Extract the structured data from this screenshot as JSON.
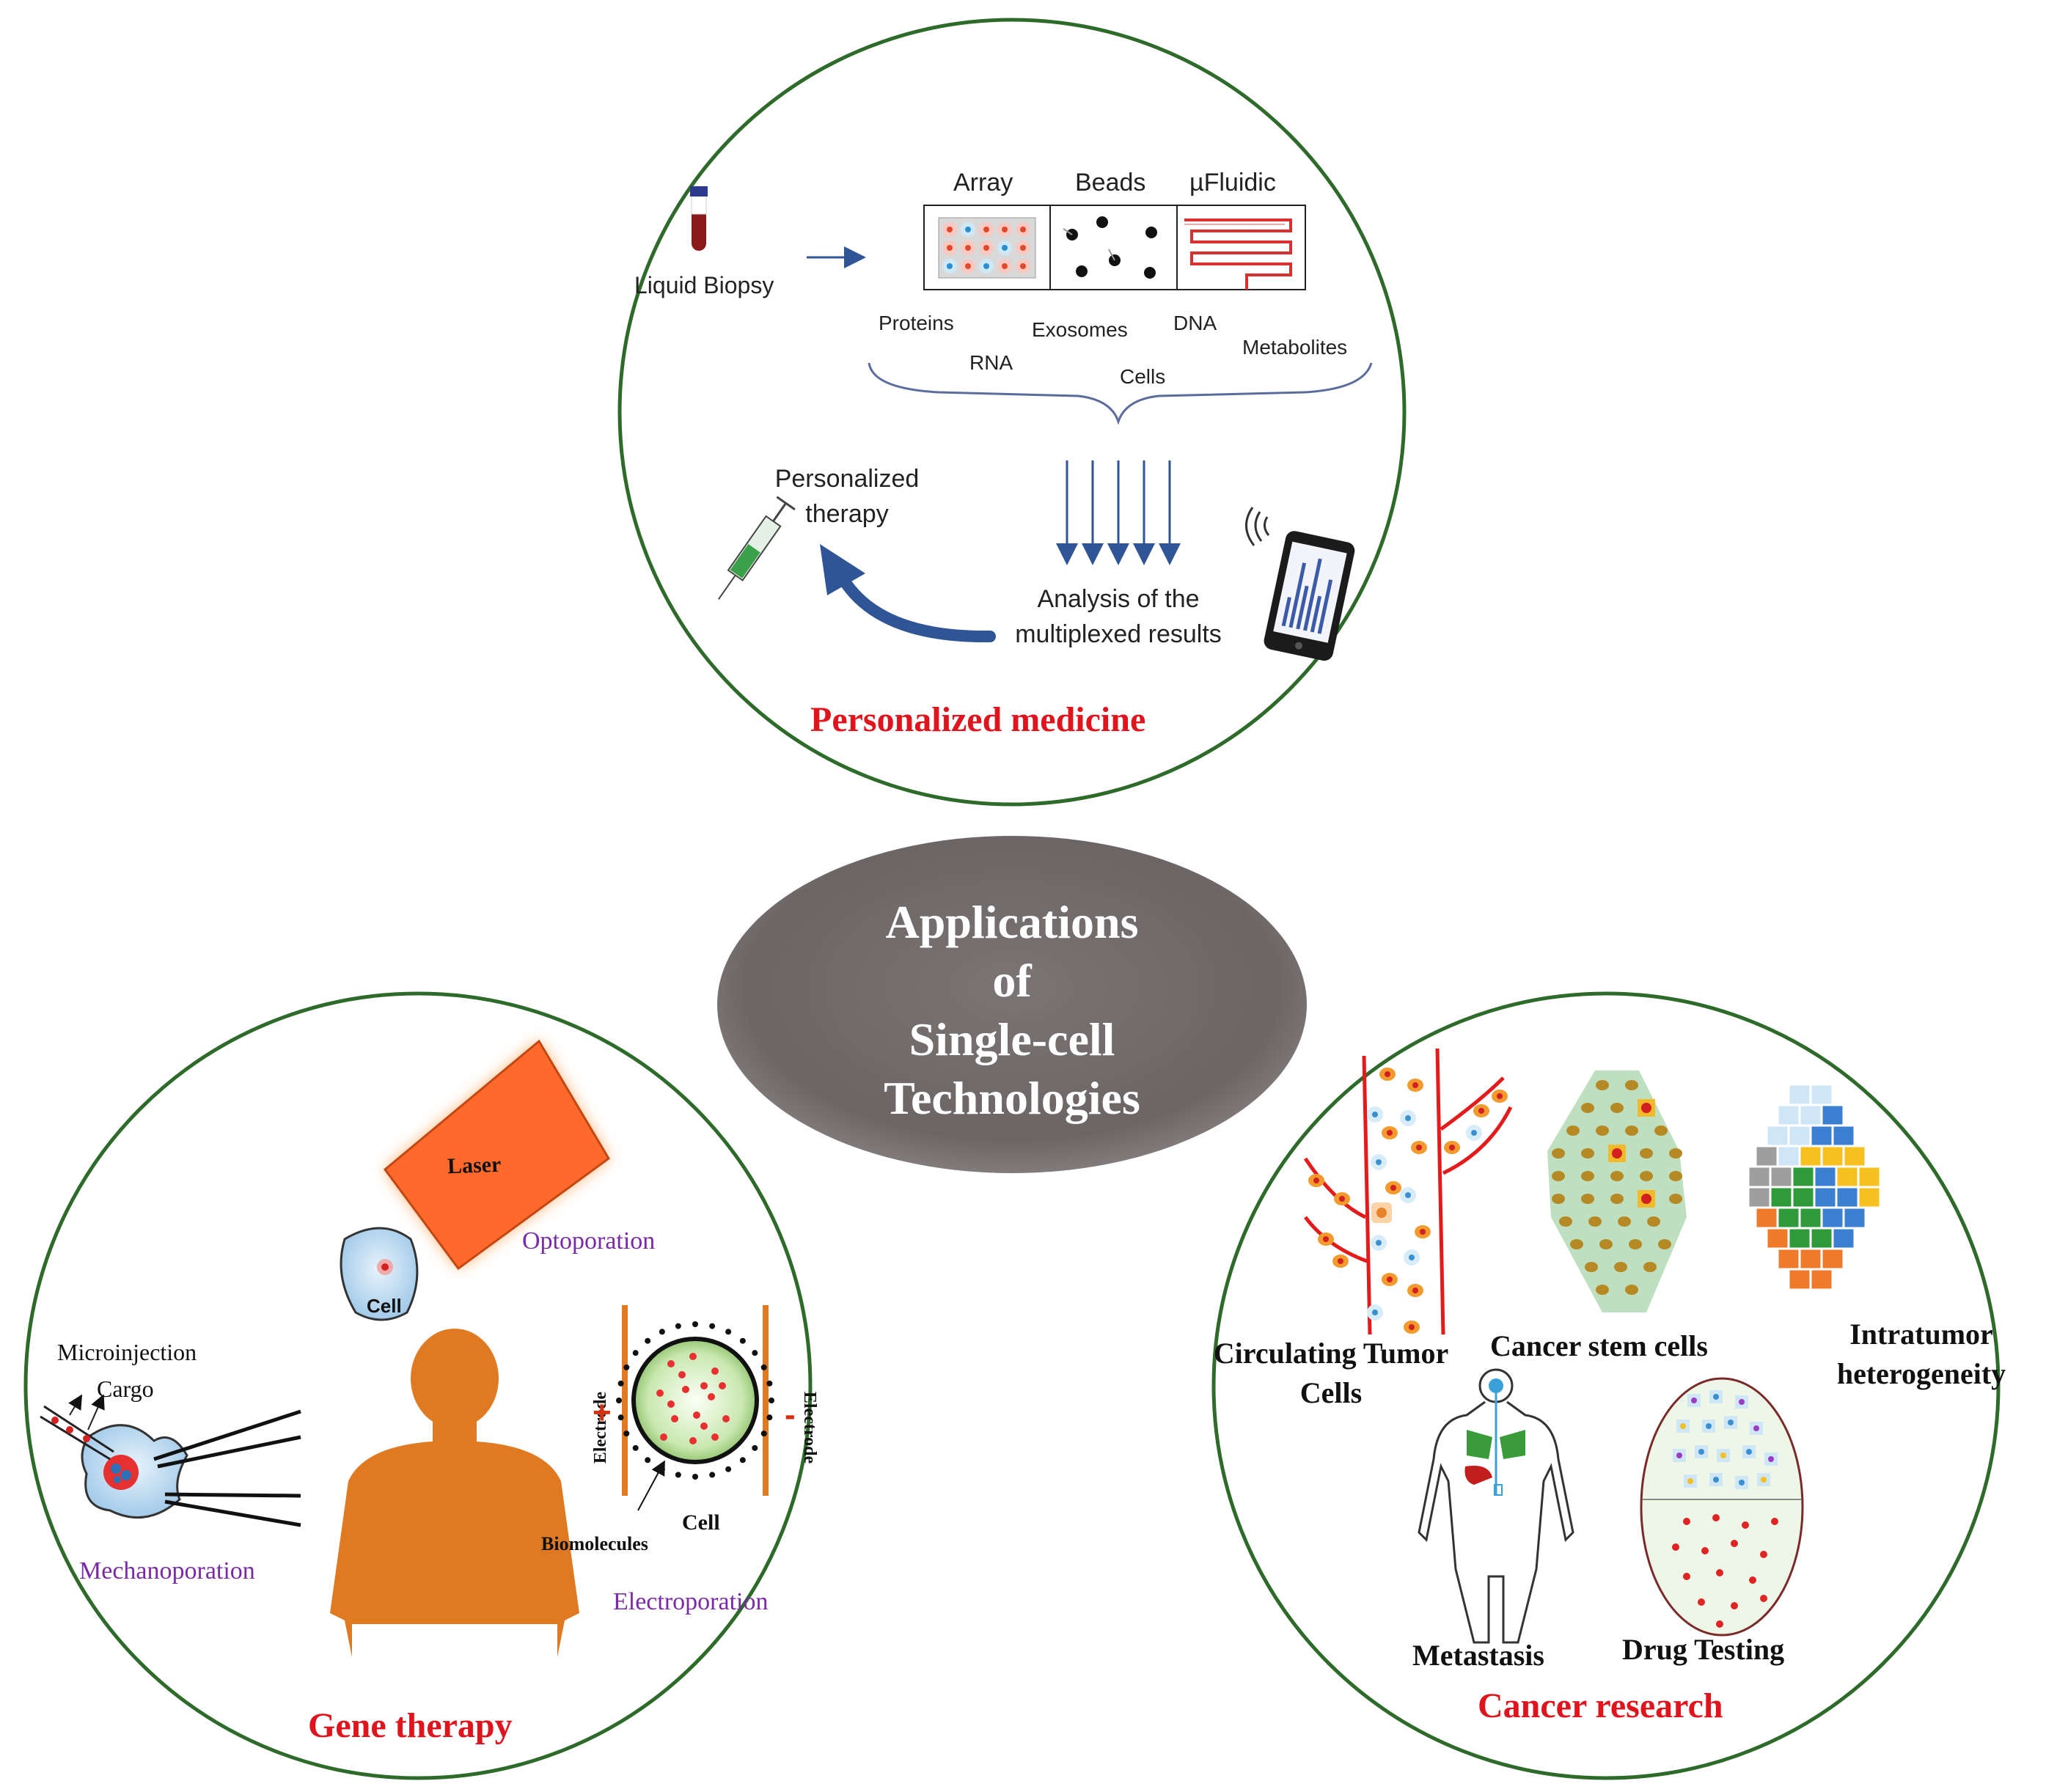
{
  "center": {
    "lines": [
      "Applications",
      "of",
      "Single-cell",
      "Technologies"
    ]
  },
  "personalized": {
    "title": "Personalized medicine",
    "liquid_biopsy": "Liquid Biopsy",
    "platforms": [
      "Array",
      "Beads",
      "µFluidic"
    ],
    "analytes": [
      "Proteins",
      "RNA",
      "Exosomes",
      "Cells",
      "DNA",
      "Metabolites"
    ],
    "therapy": [
      "Personalized",
      "therapy"
    ],
    "analysis": [
      "Analysis of the",
      "multiplexed results"
    ]
  },
  "gene": {
    "title": "Gene therapy",
    "laser": "Laser",
    "optoporation": "Optoporation",
    "cell": "Cell",
    "microinjection": "Microinjection",
    "cargo": "Cargo",
    "mechanoporation": "Mechanoporation",
    "electrode": "Electrode",
    "plus": "+",
    "minus": "-",
    "biomolecules": "Biomolecules",
    "cell2": "Cell",
    "electroporation": "Electroporation"
  },
  "cancer": {
    "title": "Cancer research",
    "ctc": [
      "Circulating Tumor",
      "Cells"
    ],
    "csc": "Cancer stem cells",
    "intra": [
      "Intratumor",
      "heterogeneity"
    ],
    "metastasis": "Metastasis",
    "drug": "Drug Testing"
  },
  "colors": {
    "circle_border": "#2e6b2a",
    "title_red": "#e0141c",
    "purple": "#7a2aa8",
    "center_fill": "#6e6868",
    "arrow_blue": "#2f5597",
    "body_orange": "#e07a22",
    "laser_orange": "#ff6a2c"
  }
}
